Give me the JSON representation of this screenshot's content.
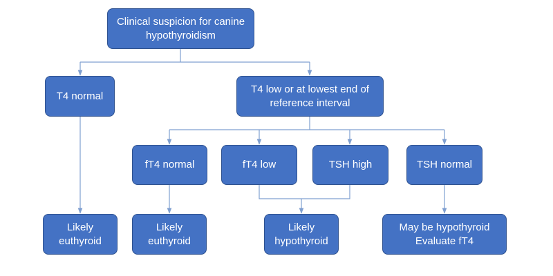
{
  "diagram": {
    "nodes": {
      "root": "Clinical suspicion for canine\nhypothyroidism",
      "t4_normal": "T4 normal",
      "t4_low": "T4 low or at lowest end of\nreference interval",
      "ft4_normal": "fT4 normal",
      "ft4_low": "fT4 low",
      "tsh_high": "TSH high",
      "tsh_normal": "TSH normal",
      "out_euthyroid_1": "Likely\neuthyroid",
      "out_euthyroid_2": "Likely\neuthyroid",
      "out_hypothyroid": "Likely\nhypothyroid",
      "out_maybe": "May be hypothyroid\nEvaluate fT4"
    },
    "colors": {
      "node_fill": "#4472c4",
      "node_border": "#2f528f",
      "node_text": "#ffffff",
      "connector": "#7f9fd0"
    }
  }
}
